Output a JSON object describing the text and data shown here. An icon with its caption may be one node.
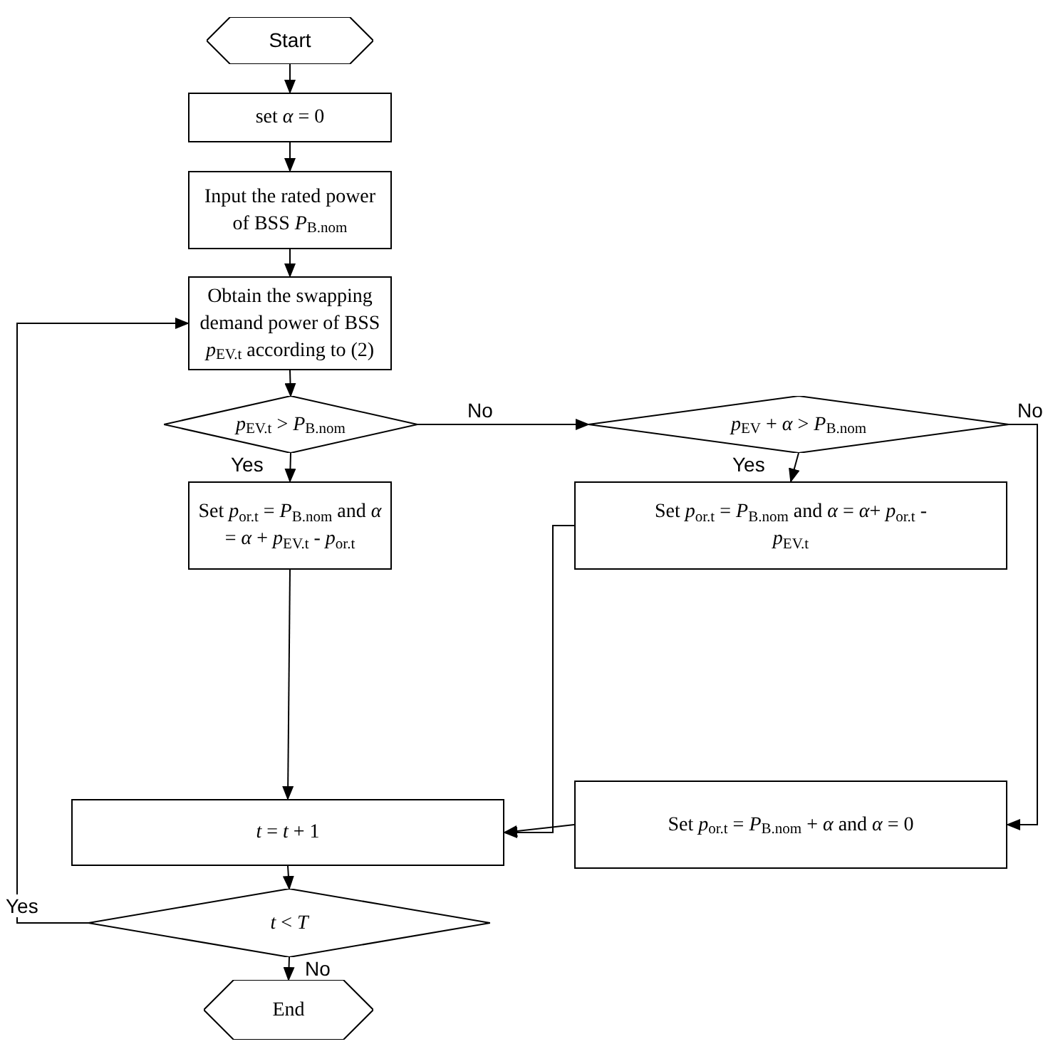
{
  "diagram": {
    "nodes": [
      {
        "text": [
          "Start"
        ]
      },
      {
        "text": [
          "set *α* = 0"
        ]
      },
      {
        "text": [
          "Input the rated power of BSS *P*$_{B.nom}$"
        ]
      },
      {
        "text": [
          "Obtain the swapping demand power of BSS *p*$_{EV.t}$ according to (2)"
        ]
      },
      {
        "text": [
          "*p*$_{EV.t}$ > *P*$_{B.nom}$"
        ]
      },
      {
        "text": [
          "*p*$_{EV}$ +  *α* > *P*$_{B.nom}$"
        ]
      },
      {
        "text": [
          "Set *p*$_{or.t}$ = *P*$_{B.nom}$ and *α* = *α* + *p*$_{EV.t}$ - *p*$_{or.t}$"
        ]
      },
      {
        "text": [
          "Set *p*$_{or.t}$ = *P*$_{B.nom}$ and *α* = *α*+ *p*$_{or.t}$ - *p*$_{EV.t}$"
        ]
      },
      {
        "text": [
          "*t* = *t* + 1"
        ]
      },
      {
        "text": [
          "Set *p*$_{or.t}$ = *P*$_{B.nom}$ + *α* and *α* = 0"
        ]
      },
      {
        "text": [
          "*t* < *T*"
        ]
      },
      {
        "text": [
          "End"
        ]
      }
    ],
    "edges": [
      {
        "from": 0,
        "to": 1,
        "arrow": "to"
      },
      {
        "from": 1,
        "to": 2,
        "arrow": "to"
      },
      {
        "from": 2,
        "to": 3,
        "arrow": "to"
      },
      {
        "from": 3,
        "to": 4,
        "arrow": "to"
      },
      {
        "from": 4,
        "to": 5,
        "arrow": "to",
        "label": "No"
      },
      {
        "from": 4,
        "to": 6,
        "arrow": "to",
        "label": "Yes"
      },
      {
        "from": 5,
        "to": 7,
        "arrow": "to",
        "label": "Yes"
      },
      {
        "from": 5,
        "to": 9,
        "arrow": "to",
        "label": "No"
      },
      {
        "from": 6,
        "to": 8,
        "arrow": "to"
      },
      {
        "from": 7,
        "to": 8,
        "arrow": "to"
      },
      {
        "from": 9,
        "to": 8,
        "arrow": "to"
      },
      {
        "from": 8,
        "to": 10,
        "arrow": "to"
      },
      {
        "from": 10,
        "to": 3,
        "arrow": "to",
        "label": "Yes"
      },
      {
        "from": 10,
        "to": 11,
        "arrow": "to",
        "label": "No"
      }
    ]
  }
}
